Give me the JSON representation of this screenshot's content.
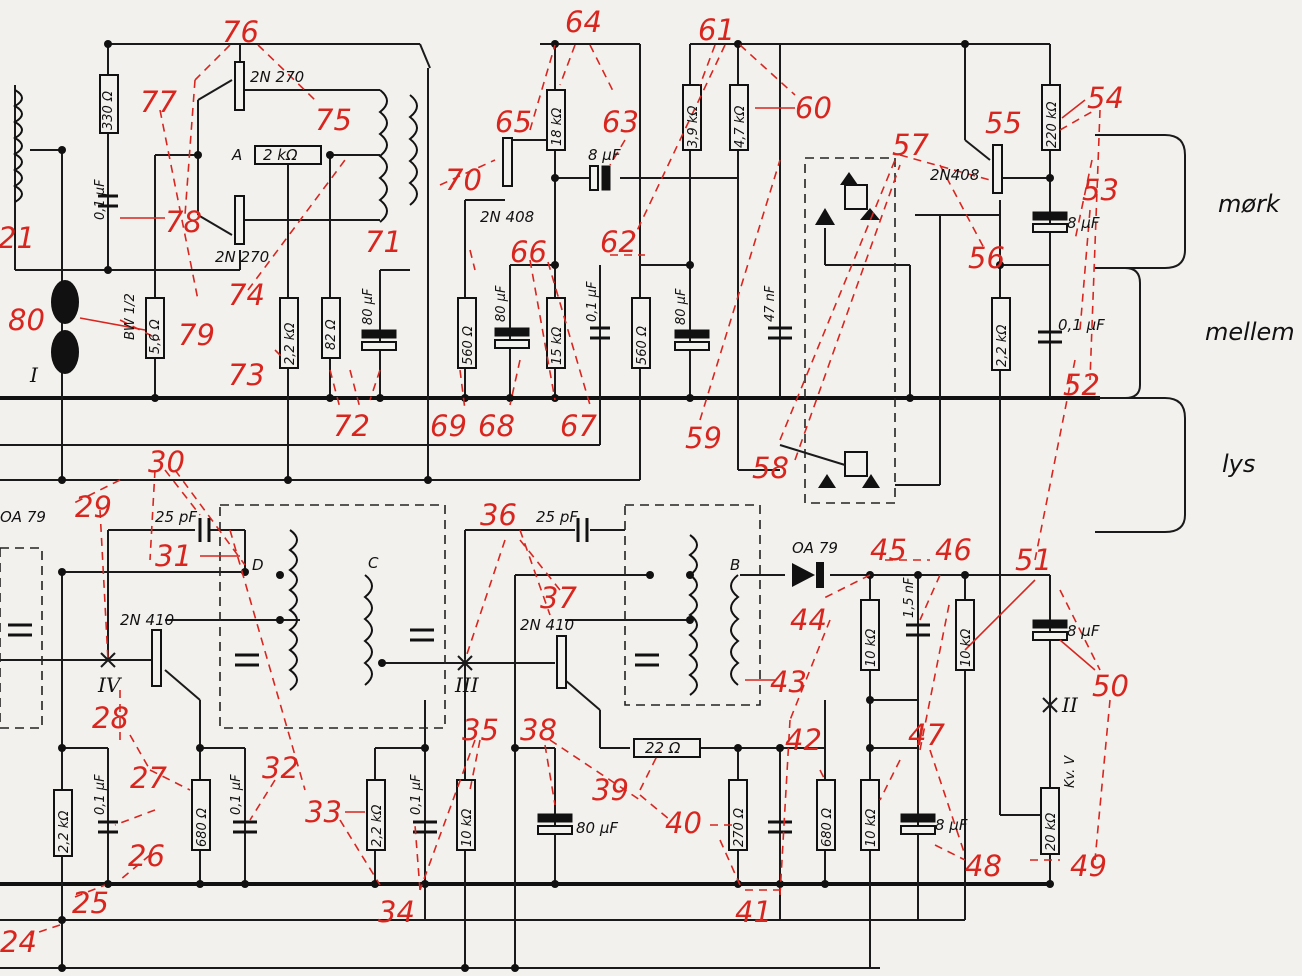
{
  "switch_labels": [
    "mørk",
    "mellem",
    "lys"
  ],
  "roman_numerals": [
    "I",
    "II",
    "III",
    "IV"
  ],
  "transformer_letters": [
    "A",
    "B",
    "C",
    "D"
  ],
  "transistors": [
    {
      "type": "2N 270"
    },
    {
      "type": "2N 270"
    },
    {
      "type": "2N 408"
    },
    {
      "type": "2N408"
    },
    {
      "type": "2N 410"
    },
    {
      "type": "2N 410"
    }
  ],
  "diodes": [
    {
      "type": "OA 79"
    },
    {
      "type": "OA 79"
    }
  ],
  "resistors": [
    {
      "value": "330 Ω"
    },
    {
      "value": "5,6 Ω"
    },
    {
      "value": "2,2 kΩ"
    },
    {
      "value": "82 Ω"
    },
    {
      "value": "560 Ω"
    },
    {
      "value": "18 kΩ"
    },
    {
      "value": "15 kΩ"
    },
    {
      "value": "3,9 kΩ"
    },
    {
      "value": "560 Ω"
    },
    {
      "value": "4,7 kΩ"
    },
    {
      "value": "220 kΩ"
    },
    {
      "value": "2,2 kΩ"
    },
    {
      "value": "2,2 kΩ"
    },
    {
      "value": "680 Ω"
    },
    {
      "value": "2,2 kΩ"
    },
    {
      "value": "10 kΩ"
    },
    {
      "value": "22 Ω"
    },
    {
      "value": "270 Ω"
    },
    {
      "value": "680 Ω"
    },
    {
      "value": "10 kΩ"
    },
    {
      "value": "10 kΩ"
    },
    {
      "value": "10 kΩ"
    },
    {
      "value": "20 kΩ"
    },
    {
      "value": "2 kΩ"
    }
  ],
  "capacitors": [
    {
      "value": "0,1 µF"
    },
    {
      "value": "80 µF"
    },
    {
      "value": "80 µF"
    },
    {
      "value": "8 µF"
    },
    {
      "value": "0,1 µF"
    },
    {
      "value": "80 µF"
    },
    {
      "value": "47 nF"
    },
    {
      "value": "8 µF"
    },
    {
      "value": "0,1 µF"
    },
    {
      "value": "25 pF"
    },
    {
      "value": "0,1 µF"
    },
    {
      "value": "0,1 µF"
    },
    {
      "value": "25 pF"
    },
    {
      "value": "80 µF"
    },
    {
      "value": "0,1 µF"
    },
    {
      "value": "1,5 nF"
    },
    {
      "value": "8 µF"
    },
    {
      "value": "8 µF"
    }
  ],
  "other_labels": {
    "lamp": "BW 1/2",
    "kv": "Kv. V"
  },
  "callouts": [
    "21",
    "24",
    "25",
    "26",
    "27",
    "28",
    "29",
    "30",
    "31",
    "32",
    "33",
    "34",
    "35",
    "36",
    "37",
    "38",
    "39",
    "40",
    "41",
    "42",
    "43",
    "44",
    "45",
    "46",
    "47",
    "48",
    "49",
    "50",
    "51",
    "52",
    "53",
    "54",
    "55",
    "56",
    "57",
    "58",
    "59",
    "60",
    "61",
    "62",
    "63",
    "64",
    "65",
    "66",
    "67",
    "68",
    "69",
    "70",
    "71",
    "72",
    "73",
    "74",
    "75",
    "76",
    "77",
    "78",
    "79",
    "80"
  ]
}
